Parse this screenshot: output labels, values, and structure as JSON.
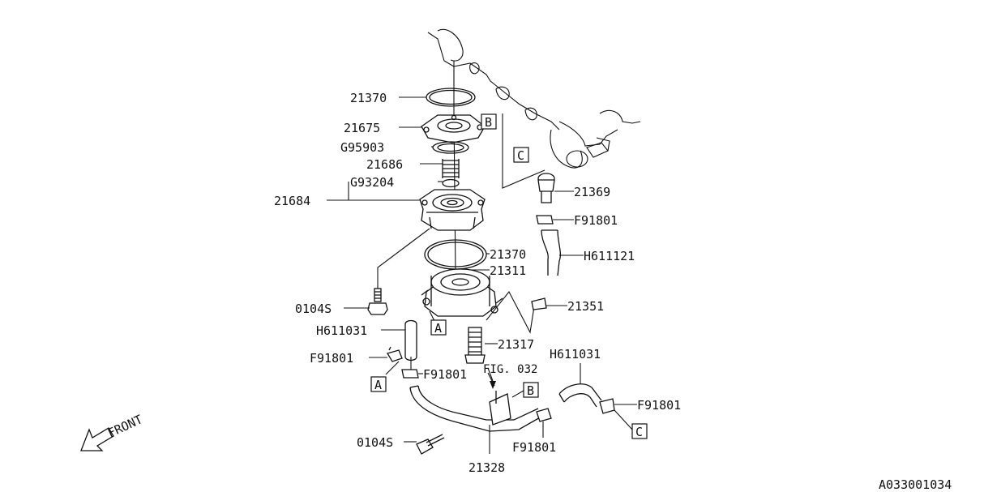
{
  "parts": {
    "p21370a": "21370",
    "p21675": "21675",
    "pG95903": "G95903",
    "p21686": "21686",
    "pG93204": "G93204",
    "p21684": "21684",
    "p21370b": "21370",
    "p21311": "21311",
    "p0104Sa": "0104S",
    "pH611031a": "H611031",
    "pF91801a": "F91801",
    "pF91801b": "F91801",
    "p21317": "21317",
    "pFig": "FIG. 032",
    "p21369": "21369",
    "pF91801c": "F91801",
    "pH611121": "H611121",
    "p21351": "21351",
    "pH611031b": "H611031",
    "pF91801d": "F91801",
    "pF91801e": "F91801",
    "p0104Sb": "0104S",
    "p21328": "21328"
  },
  "markers": {
    "B_top": "B",
    "C_top": "C",
    "A_mid": "A",
    "A_left": "A",
    "B_lower": "B",
    "C_right": "C"
  },
  "front_label": "FRONT",
  "drawing_id": "A033001034"
}
